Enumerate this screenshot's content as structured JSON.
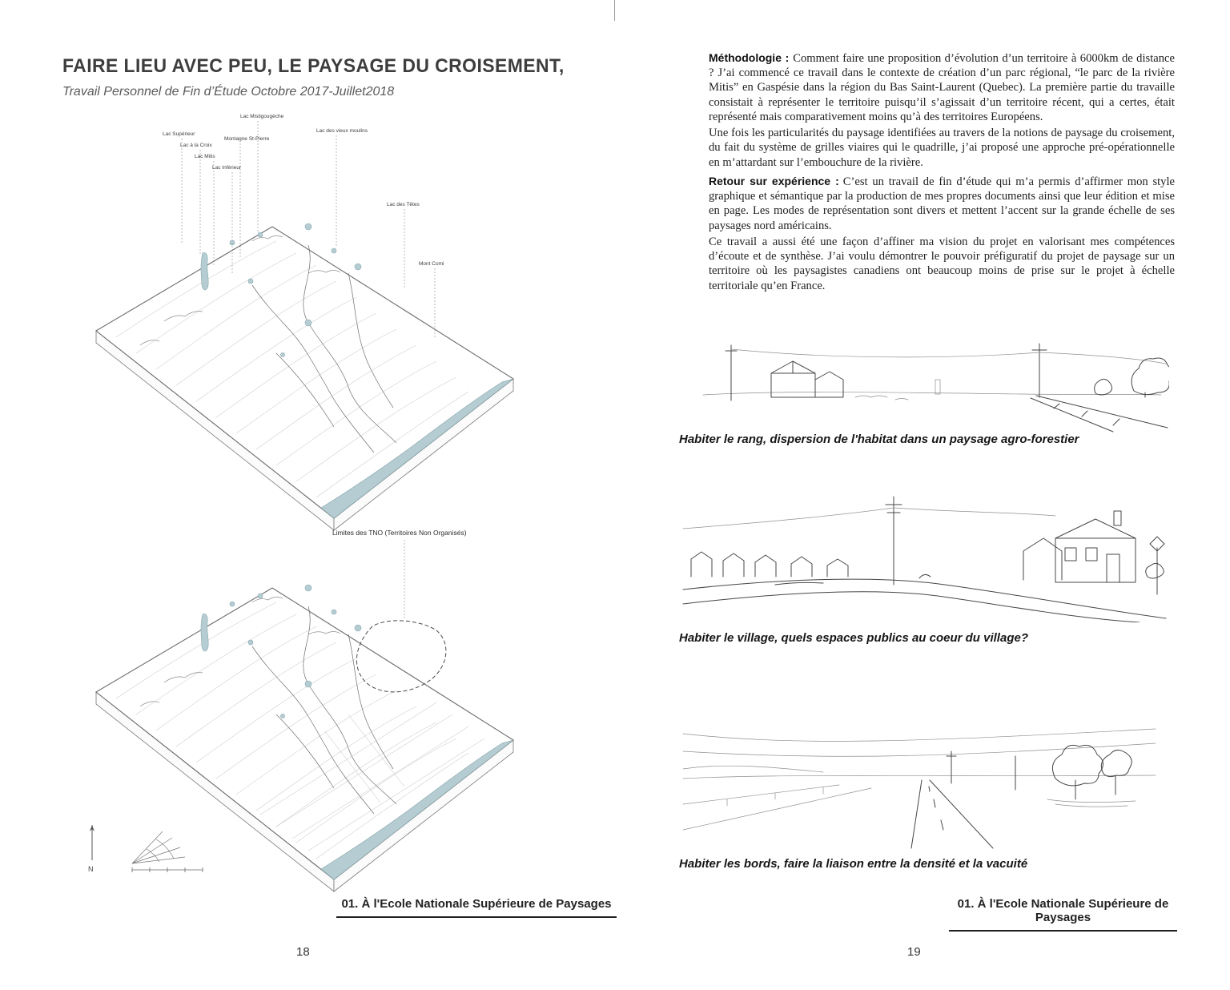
{
  "left_page": {
    "title": "FAIRE LIEU AVEC PEU, LE PAYSAGE DU CROISEMENT,",
    "subtitle": "Travail Personnel de Fin d’Étude Octobre 2017-Juillet2018",
    "map_labels": [
      "Lac Supérieur",
      "Lac à la Croix",
      "Lac Mitis",
      "Montagne St-Pierre",
      "Lac Inférieur",
      "Lac Mistigougèche",
      "Lac des vieux moulins",
      "Lac des Têtes",
      "Mont Comi"
    ],
    "map2_label": "Limites des TNO (Territoires Non Organisés)",
    "compass_label": "N",
    "footer_caption": "01. À l'Ecole Nationale Supérieure de Paysages",
    "page_number": "18"
  },
  "right_page": {
    "paragraphs": [
      {
        "lead": "Méthodologie :",
        "text": "Comment faire une proposition d’évolution d’un territoire à 6000km de distance ? J’ai commencé ce travail dans le contexte de création d’un parc régional, “le parc de la rivière Mitis” en Gaspésie dans la région du Bas Saint-Laurent (Quebec).  La première partie du travaille consistait à représenter le territoire puisqu’il s’agissait d’un territoire récent, qui a certes, était représenté mais comparativement moins qu’à des territoires Européens."
      },
      {
        "lead": "",
        "text": "Une fois les particularités du paysage identifiées au travers de la notions de paysage du croisement, du fait du système de grilles viaires qui le quadrille, j’ai proposé une approche pré-opérationnelle en m’attardant sur l’embouchure de la rivière."
      },
      {
        "lead": "Retour sur expérience :",
        "text": "C’est un travail de fin d’étude qui m’a permis d’affirmer mon style graphique et sémantique par la production de mes propres documents ainsi que leur édition et mise en page. Les modes de représentation sont divers et mettent l’accent sur la grande échelle de ses paysages nord américains."
      },
      {
        "lead": "",
        "text": "Ce travail a aussi été une façon d’affiner ma vision du projet en valorisant mes compétences d’écoute et de synthèse. J’ai voulu démontrer le pouvoir préfiguratif du projet de paysage sur un territoire où les paysagistes canadiens ont beaucoup moins de prise sur le projet à échelle territoriale qu’en France."
      }
    ],
    "sketch_captions": [
      "Habiter le rang, dispersion de l'habitat dans un paysage agro-forestier",
      "Habiter le village, quels espaces publics au coeur du village?",
      "Habiter les bords, faire la liaison entre la densité et la vacuité"
    ],
    "footer_caption": "01. À l'Ecole Nationale Supérieure de Paysages",
    "page_number": "19"
  },
  "colors": {
    "water": "#b5cdd2",
    "ink": "#474747"
  }
}
